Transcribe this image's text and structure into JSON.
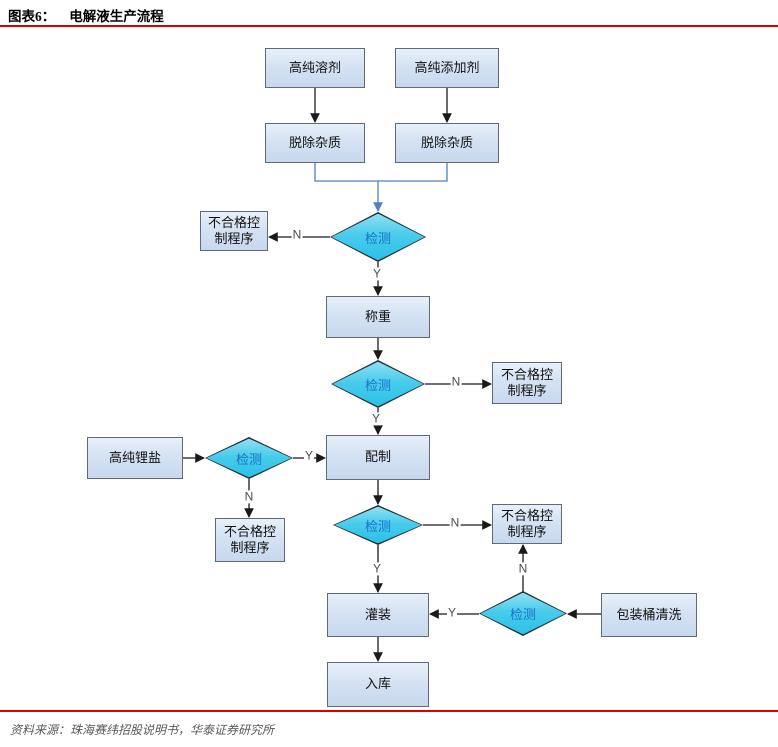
{
  "header": {
    "figure_label": "图表6：",
    "figure_title": "电解液生产流程"
  },
  "footer": {
    "source": "资料来源：珠海赛纬招股说明书，华泰证券研究所"
  },
  "labels": {
    "yes": "Y",
    "no": "N"
  },
  "nodes": {
    "solvent": "高纯溶剂",
    "additive": "高纯添加剂",
    "remove_impurity_left": "脱除杂质",
    "remove_impurity_right": "脱除杂质",
    "nonconform_1": "不合格控制程序",
    "weigh": "称重",
    "nonconform_2": "不合格控制程序",
    "lithium_salt": "高纯锂盐",
    "prepare": "配制",
    "nonconform_3": "不合格控制程序",
    "nonconform_4": "不合格控制程序",
    "fill": "灌装",
    "barrel_wash": "包装桶清洗",
    "warehouse": "入库",
    "test_1": "检测",
    "test_2": "检测",
    "test_3": "检测",
    "test_4": "检测",
    "test_5": "检测"
  },
  "colors": {
    "accent_red": "#d90000",
    "process_fill_top": "#e8f0fa",
    "process_fill_bottom": "#c7d8ee",
    "process_border": "#5e6a78",
    "decision_fill": "#2bc1e8",
    "decision_text": "#1c6fc8",
    "connector": "#1a1a1a",
    "merge_connector": "#4f81bd",
    "edge_label_text": "#4d4d4d",
    "source_text": "#595959"
  }
}
